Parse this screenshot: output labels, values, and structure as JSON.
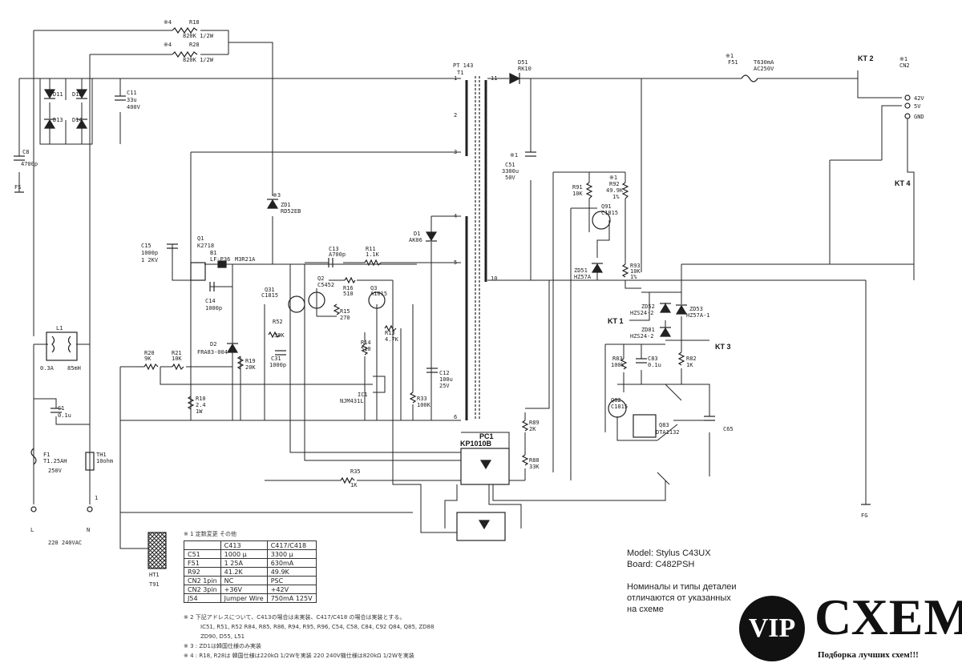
{
  "labels": {
    "pt143": "PT 143",
    "t1": "T1",
    "d51": "D51",
    "rk10": "RK10",
    "f51": "F51",
    "f51v": "T630mA",
    "f51v2": "AC250V",
    "kt2": "KT 2",
    "kt1": "KT 1",
    "kt3": "KT 3",
    "kt4": "KT 4",
    "cn2": "CN2",
    "o42": "42V",
    "o5": "5V",
    "ognd": "GND",
    "r18": "R18",
    "r18v": "820K 1/2W",
    "r28": "R28",
    "r28v": "820K 1/2W",
    "c11": "C11",
    "c11v": "33u",
    "c11v2": "400V",
    "d11": "D11",
    "d12": "D12",
    "d13": "D13",
    "d14": "D14",
    "c8": "C8",
    "c8v": "4700p",
    "fs": "FS",
    "zd1": "ZD1",
    "zd1v": "RD52EB",
    "c15": "C15",
    "c15v": "1000p",
    "c15v2": "1 2KV",
    "q1": "Q1",
    "q1v": "K2718",
    "b1": "B1",
    "b1v": "LF-P36",
    "m3": "M3R21A",
    "c14": "C14",
    "c14v": "1000p",
    "c13": "C13",
    "c13v": "A700p",
    "r11": "R11",
    "r11v": "1.1K",
    "d1": "D1",
    "d1v": "AK06",
    "q2": "Q2",
    "q2v": "C5452",
    "q31": "Q31",
    "q31v": "C1815",
    "r16": "R16",
    "r16v": "510",
    "q3": "Q3",
    "q3v": "A1015",
    "r15": "R15",
    "r15v": "270",
    "r52": "R52",
    "r52v": "39K",
    "r13": "R13",
    "r13v": "4.7K",
    "r14": "R14",
    "r14v": "510",
    "c31": "C31",
    "c31v": "1000p",
    "d2": "D2",
    "d2v": "FRA83-004",
    "r19": "R19",
    "r19v": "20K",
    "r20": "R20",
    "r20v": "9K",
    "r21": "R21",
    "r21v": "10K",
    "r10": "R10",
    "r10v": "2.4",
    "r10v2": "1W",
    "ic1": "IC1",
    "ic1v": "NJM431L",
    "r33": "R33",
    "r33v": "100K",
    "c12": "C12",
    "c12v": "100u",
    "c12v2": "25V",
    "c51": "C51",
    "c51v": "3300u",
    "c51v2": "50V",
    "r91": "R91",
    "r91v": "10K",
    "r92": "R92",
    "r92v": "49.9K",
    "r92v2": "1%",
    "q91": "Q91",
    "q91v": "C1815",
    "zd51": "ZD51",
    "zd51v": "HZ57A",
    "r93": "R93",
    "r93v": "10K",
    "r93v2": "1%",
    "zd52": "ZD52",
    "zd52v": "HZS24-2",
    "zd53": "ZD53",
    "zd53v": "HZ57A-1",
    "zd81": "ZD81",
    "zd81v": "HZS24-2",
    "r82": "R82",
    "r82v": "1K",
    "r83": "R83",
    "r83v": "100k",
    "c83": "C83",
    "c83v": "0.1u",
    "q82": "Q82",
    "q82v": "C1815",
    "q83": "Q83",
    "q83v": "DTA1132",
    "c65": "C65",
    "r89": "R89",
    "r89v": "2K",
    "r88": "R88",
    "r88v": "33K",
    "pc1": "PC1",
    "pc1v": "KP1010B",
    "r35": "R35",
    "r35v": "1K",
    "l1": "L1",
    "l1v": "0.3A",
    "l1v2": "85mH",
    "c1": "C1",
    "c1v": "0.1u",
    "f1": "F1",
    "f1v": "T1.25AH",
    "f1v2": "250V",
    "th1": "TH1",
    "th1v": "10ohm",
    "tL": "L",
    "tN": "N",
    "mains": "220 240VAC",
    "ht1": "HT1",
    "ht1v": "T91",
    "fg": "FG",
    "w1": "※1",
    "w3": "※3",
    "w4": "※4",
    "pin1": "1",
    "pin2": "2",
    "pin3": "3",
    "pin4": "4",
    "pin5": "5",
    "pin6": "6",
    "pin10": "10",
    "pin11": "11"
  },
  "table": {
    "title": "※ 1  定数変更  その他",
    "header": [
      "",
      "C413",
      "C417/C418"
    ],
    "rows": [
      [
        "C51",
        "1000 μ",
        "3300 μ"
      ],
      [
        "F51",
        "1 25A",
        "630mA"
      ],
      [
        "R92",
        "41.2K",
        "49.9K"
      ],
      [
        "CN2 1pin",
        "NC",
        "PSC"
      ],
      [
        "CN2 3pin",
        "+36V",
        "+42V"
      ],
      [
        "J54",
        "Jumper Wire",
        "750mA 125V"
      ]
    ]
  },
  "notes": {
    "n2a": "※ 2  下記アドレスについて、C413の場合は未実装、C417/C418 の場合は実装とする。",
    "n2b": "IC51, R51, R52 R84, R85, R86, R94, R95, R96, C54, C58, C84, C92 Q84, Q85, ZD88",
    "n2c": "ZD90, D55, L51",
    "n3": "※ 3 : ZD1は韓国仕様のみ実装",
    "n4": "※ 4 : R18, R28は  韓国仕様は220kΩ 1/2Wを実装  220 240V機仕様は820kΩ 1/2Wを実装"
  },
  "model": {
    "line1": "Model: Stylus C43UX",
    "line2": "Board: C482PSH",
    "ru1": "Номиналы и типы деталеи",
    "ru2": "отличаются от указанных",
    "ru3": "на схеме"
  },
  "logo": {
    "vip": "VIP",
    "name": "СХЕМА",
    "sub": "Подборка лучших схем!!!"
  }
}
